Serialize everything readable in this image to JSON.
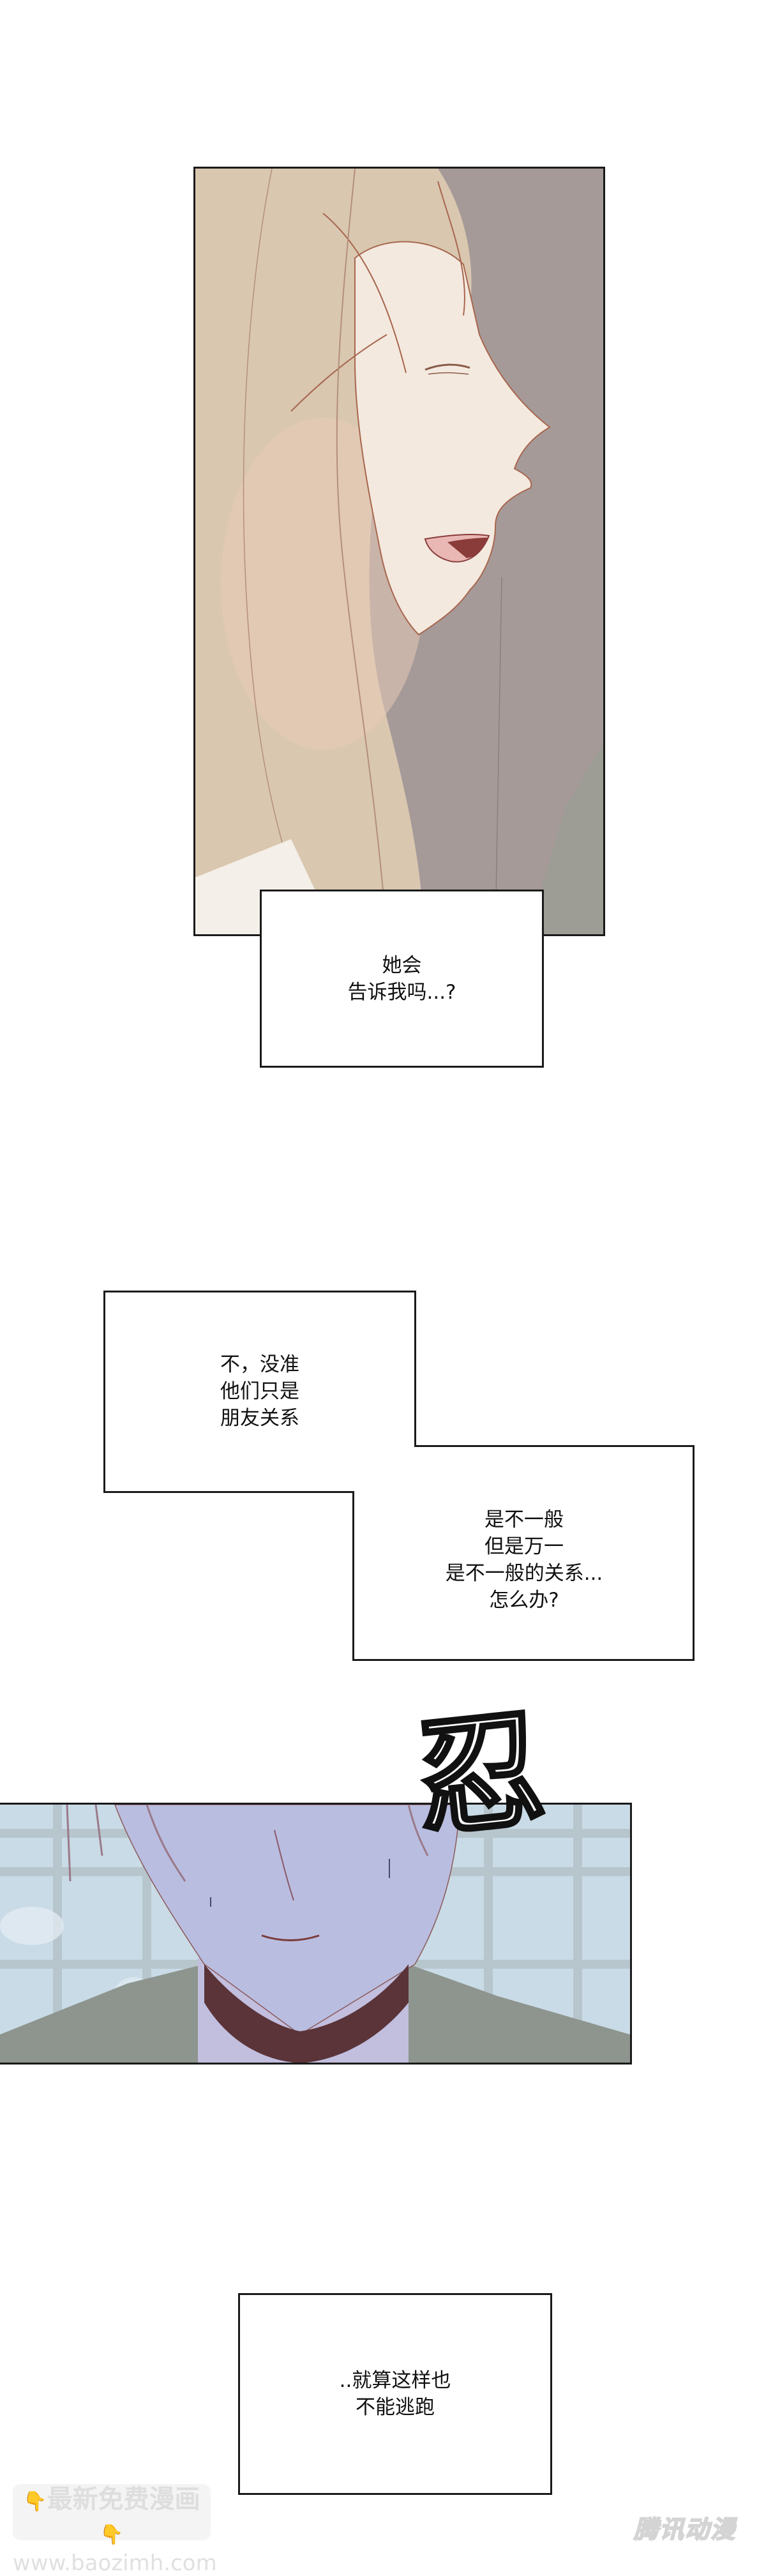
{
  "page": {
    "background": "#ffffff"
  },
  "panels": [
    {
      "id": "panel-1",
      "description": "Woman with long light-brown hair smiling with eyes closed, profile view, grey background",
      "colors": {
        "background": "#a59a98",
        "hair": "#d9c7b0",
        "skin": "#f3e9df",
        "mouth": "#e9b8b4",
        "mouth_inner": "#8a3c3a",
        "line": "#a8664e"
      }
    },
    {
      "id": "panel-2",
      "description": "Close-up of lower face of a man with a choker, blurred window grid background",
      "colors": {
        "sky": "#c9dbe6",
        "window_frame": "#a9b4ba",
        "skin": "#b9bde0",
        "hair": "#c9b4c6",
        "jacket": "#8d958e",
        "choker": "#5a3438"
      }
    }
  ],
  "captions": [
    {
      "id": "caption-1",
      "text": "她会\n告诉我吗...?"
    },
    {
      "id": "caption-2a",
      "text": "不，没准\n他们只是\n朋友关系"
    },
    {
      "id": "caption-2b",
      "text": "是不一般\n但是万一\n是不一般的关系...\n怎么办?"
    },
    {
      "id": "caption-3",
      "text": "..就算这样也\n不能逃跑"
    }
  ],
  "sfx": {
    "text": "忍"
  },
  "watermark": {
    "line1": "最新免费漫画",
    "line2": "www.baozimh.com",
    "icon": "pointing-down-hand-icon",
    "hand_glyph": "👇"
  },
  "logo": {
    "text": "腾讯动漫"
  }
}
